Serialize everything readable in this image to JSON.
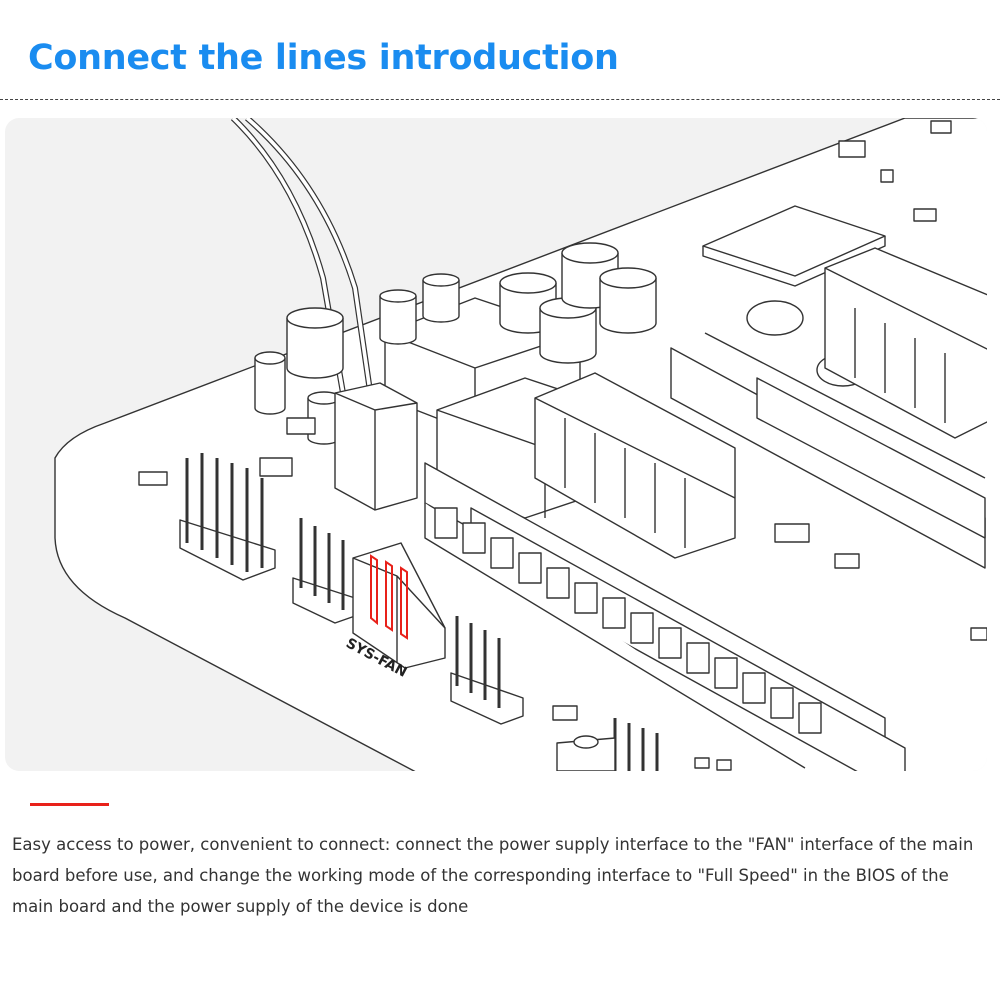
{
  "page": {
    "title": "Connect the lines introduction",
    "caption": "Easy access to power, convenient to connect: connect the power supply interface to the \"FAN\" interface of the main board before use, and change the working mode of the corresponding interface to \"Full Speed\" in the BIOS of the main board and the power supply of the device is done"
  },
  "figure": {
    "connector_label": "SYS-FAN"
  },
  "colors": {
    "title": "#1a8cf0",
    "accent": "#e8211a",
    "highlight_pins": "#e8211a",
    "figure_background": "#f2f2f2"
  }
}
